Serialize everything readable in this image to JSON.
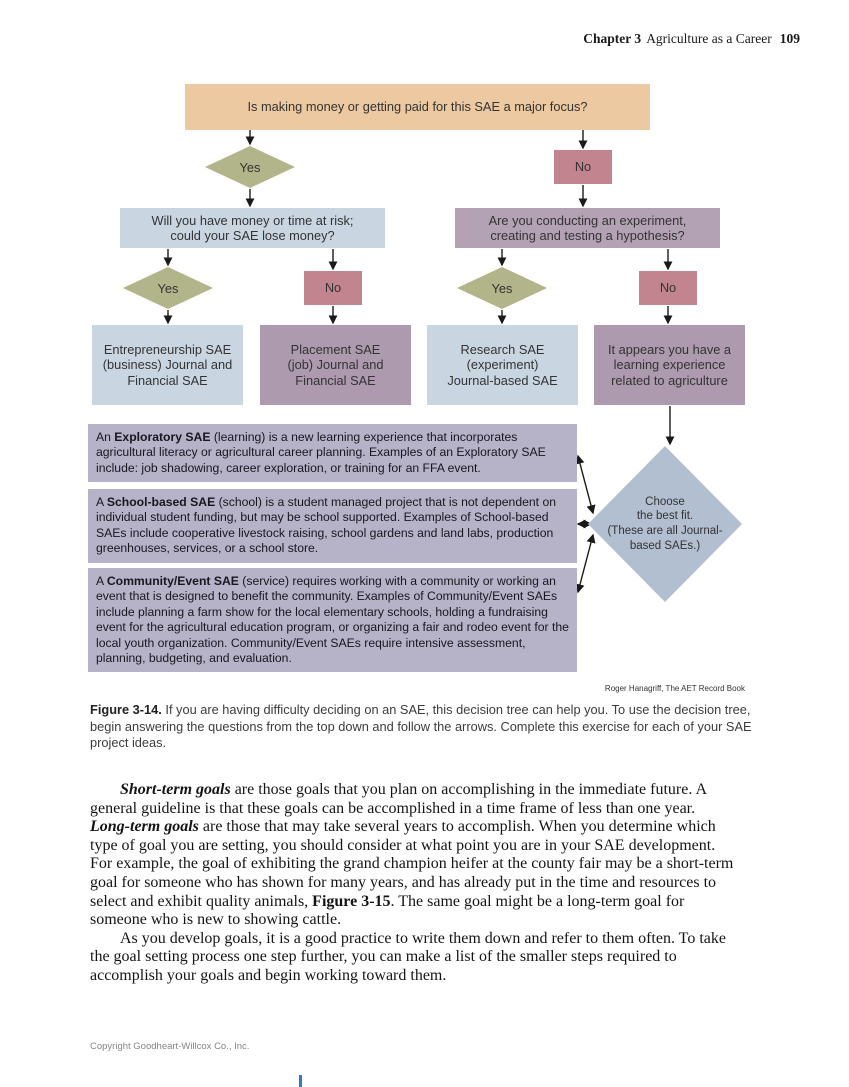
{
  "header": {
    "chapter": "Chapter 3",
    "title": "Agriculture as a Career",
    "page_number": "109"
  },
  "flowchart": {
    "root_question": "Is making money or getting paid for this SAE a major focus?",
    "yes_label": "Yes",
    "no_label": "No",
    "money_risk_question": "Will you have money or time at risk;\ncould your SAE lose money?",
    "experiment_question": "Are you conducting an experiment,\ncreating and testing a hypothesis?",
    "outcome_entrepreneurship": "Entrepreneurship SAE\n(business) Journal and\nFinancial SAE",
    "outcome_placement": "Placement SAE\n(job) Journal and\nFinancial SAE",
    "outcome_research": "Research SAE\n(experiment)\nJournal-based SAE",
    "outcome_learning": "It appears you have a\nlearning experience\nrelated to agriculture",
    "choose_diamond": "Choose\nthe best fit.\n(These are all Journal-\nbased SAEs.)",
    "info_boxes": [
      {
        "lead": "An ",
        "bold": "Exploratory SAE",
        "rest": " (learning) is a new learning experience that incorporates agricultural literacy or agricultural career planning. Examples of an Exploratory SAE include: job shadowing, career exploration, or training for an FFA event."
      },
      {
        "lead": "A ",
        "bold": "School-based SAE",
        "rest": " (school) is a student managed project that is not dependent on individual student funding, but may be school supported. Examples of School-based SAEs include cooperative livestock raising, school gardens and land labs, production greenhouses, services, or a school store."
      },
      {
        "lead": "A ",
        "bold": "Community/Event SAE",
        "rest": " (service) requires working with a community or working an event that is designed to benefit the community. Examples of Community/Event SAEs include planning a farm show for the local elementary schools, holding a fundraising event for the agricultural education program, or organizing a fair and rodeo event for the local youth organization. Community/Event SAEs require intensive assessment, planning, budgeting, and evaluation."
      }
    ],
    "credit": "Roger Hanagriff, The AET Record Book"
  },
  "caption": {
    "label": "Figure 3-14.",
    "text": " If you are having difficulty deciding on an SAE, this decision tree can help you. To use the decision tree, begin answering the questions from the top down and follow the arrows. Complete this exercise for each of your SAE project ideas."
  },
  "body": {
    "paragraph1": [
      {
        "style": "bold-italic",
        "text": "Short-term goals"
      },
      {
        "style": "normal",
        "text": " are those goals that you plan on accomplishing in the immediate future. A general guideline is that these goals can be accomplished in a time frame of less than one year. "
      },
      {
        "style": "bold-italic",
        "text": "Long-term goals"
      },
      {
        "style": "normal",
        "text": " are those that may take several years to accomplish. When you determine which type of goal you are setting, you should consider at what point you are in your SAE development. For example, the goal of exhibiting the grand champion heifer at the county fair may be a short-term goal for someone who has shown for many years, and has already put in the time and resources to select and exhibit quality animals, "
      },
      {
        "style": "bold",
        "text": "Figure 3-15"
      },
      {
        "style": "normal",
        "text": ". The same goal might be a long-term goal for someone who is new to showing cattle."
      }
    ],
    "paragraph2": "As you develop goals, it is a good practice to write them down and refer to them often. To take the goal setting process one step further, you can make a list of the smaller steps required to accomplish your goals and begin working toward them."
  },
  "footer": {
    "copyright": "Copyright Goodheart-Willcox Co., Inc."
  },
  "colors": {
    "root_box": "#ecc9a0",
    "yes_diamond": "#b2b489",
    "no_box": "#c2858f",
    "blue_box": "#c9d6e2",
    "mauve_question_box": "#b3a2b4",
    "mauve_result_box": "#ad9aae",
    "choose_diamond": "#b2bfd0",
    "info_box": "#b6b2c8",
    "arrow": "#1a1a1a"
  }
}
